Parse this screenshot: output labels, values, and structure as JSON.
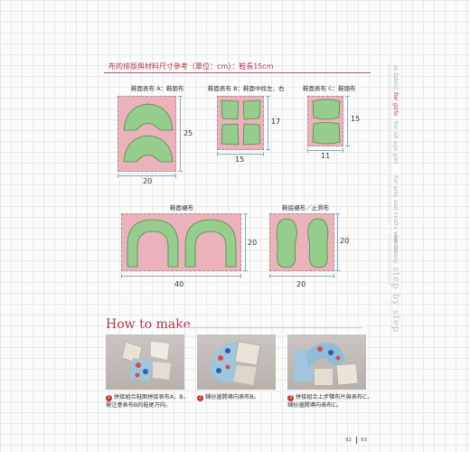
{
  "section": {
    "title": "布的排版與材料尺寸參考（單位：cm）：鞋長15cm"
  },
  "patterns": [
    {
      "label": "鞋面表布 A：鞋跟布",
      "width": "20",
      "height": "25"
    },
    {
      "label": "鞋面表布 B：鞋面中段左、右",
      "width": "15",
      "height": "17"
    },
    {
      "label": "鞋面表布 C：鞋頭布",
      "width": "11",
      "height": "15"
    },
    {
      "label": "鞋面襯布",
      "width": "40",
      "height": "20"
    },
    {
      "label": "鞋底襯布／止滑布",
      "width": "20",
      "height": "20"
    }
  ],
  "side_tabs": [
    "in fabric",
    "for girls",
    "for all age girl",
    "for arts and crafts women",
    "for family"
  ],
  "side_step": "step by step",
  "howto": {
    "title": "How to make"
  },
  "steps": [
    {
      "num": "1",
      "text": "拼接組合鞋面拼接表布A、B，需注意表布B的鞋尾方向。"
    },
    {
      "num": "2",
      "text": "鋪份邊開導向表布B。"
    },
    {
      "num": "3",
      "text": "拼接組合上步驟布片與表布C，鋪份邊開導向表布C。"
    }
  ],
  "page_numbers": {
    "left": "92",
    "right": "93"
  },
  "colors": {
    "accent": "#b23a4a",
    "pink": "#eab3bb",
    "green": "#96cc8c",
    "guide": "#7ab0c8"
  }
}
